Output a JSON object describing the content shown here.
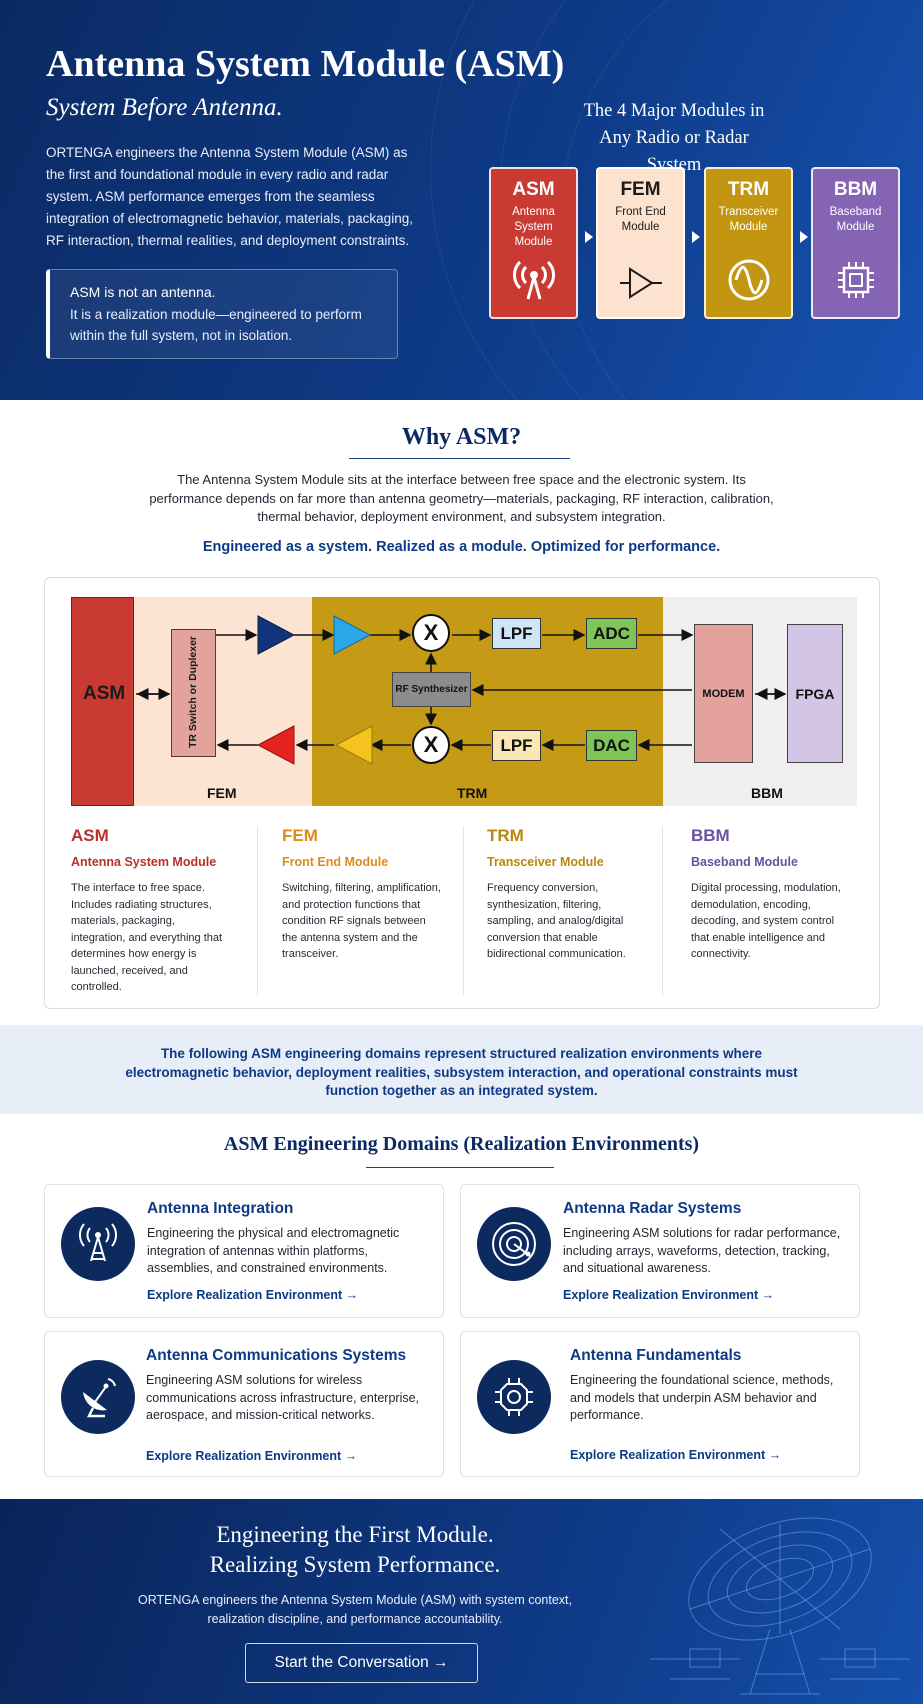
{
  "hero": {
    "title": "Antenna System Module (ASM)",
    "subtitle": "System Before Antenna.",
    "description": "ORTENGA engineers the Antenna System Module (ASM) as the first and foundational module in every radio and radar system. ASM performance emerges from the seamless integration of electromagnetic behavior, materials, packaging, RF interaction, thermal realities, and deployment constraints.",
    "callout_line1": "ASM is not an antenna.",
    "callout_line2": "It is a realization module—engineered to perform within the full system, not in isolation."
  },
  "modules": {
    "title": "The 4 Major Modules in Any Radio or Radar System",
    "items": [
      {
        "code": "ASM",
        "name": "Antenna System Module",
        "icon": "antenna-signal-icon",
        "bg": "#c93a33",
        "fg": "#ffffff"
      },
      {
        "code": "FEM",
        "name": "Front End Module",
        "icon": "amplifier-triangle-icon",
        "bg": "#fde2cf",
        "fg": "#1b1b1b"
      },
      {
        "code": "TRM",
        "name": "Transceiver Module",
        "icon": "sine-wave-icon",
        "bg": "#c39612",
        "fg": "#ffffff"
      },
      {
        "code": "BBM",
        "name": "Baseband Module",
        "icon": "chip-icon",
        "bg": "#8464b3",
        "fg": "#ffffff"
      }
    ]
  },
  "why": {
    "title": "Why ASM?",
    "description": "The Antenna System Module sits at the interface between free space and the electronic system. Its performance depends on far more than antenna geometry—materials, packaging, RF interaction, calibration, thermal behavior, deployment environment, and subsystem integration.",
    "tagline": "Engineered as a system. Realized as a module. Optimized for performance."
  },
  "diagram": {
    "asm": "ASM",
    "switch": "TR Switch or Duplexer",
    "fem": "FEM",
    "trm": "TRM",
    "bbm": "BBM",
    "mixer": "X",
    "lpf": "LPF",
    "adc": "ADC",
    "dac": "DAC",
    "synth": "RF Synthesizer",
    "modem": "MODEM",
    "fpga": "FPGA"
  },
  "columns": [
    {
      "code": "ASM",
      "name": "Antenna System Module",
      "text": "The interface to free space. Includes radiating structures, materials, packaging, integration, and everything that determines how energy is launched, received, and controlled.",
      "color": "#b8312b"
    },
    {
      "code": "FEM",
      "name": "Front End Module",
      "text": "Switching, filtering, amplification, and protection functions that condition RF signals between the antenna system and the transceiver.",
      "color": "#e08a1e"
    },
    {
      "code": "TRM",
      "name": "Transceiver Module",
      "text": "Frequency conversion, synthesization, filtering, sampling, and analog/digital conversion that enable bidirectional communication.",
      "color": "#b8870c"
    },
    {
      "code": "BBM",
      "name": "Baseband Module",
      "text": "Digital processing, modulation, demodulation, encoding, decoding, and system control that enable intelligence and connectivity.",
      "color": "#6a50a3"
    }
  ],
  "band": {
    "text": "The following ASM engineering domains represent structured realization environments where electromagnetic behavior, deployment realities, subsystem interaction, and operational constraints must function together as an integrated system."
  },
  "domains": {
    "title": "ASM Engineering Domains (Realization Environments)",
    "link_label": "Explore Realization Environment →",
    "items": [
      {
        "title": "Antenna Integration",
        "text": "Engineering the physical and electromagnetic integration of antennas within platforms, assemblies, and constrained environments.",
        "icon": "antenna-tower-icon"
      },
      {
        "title": "Antenna Radar Systems",
        "text": "Engineering ASM solutions for radar performance, including arrays, waveforms, detection, tracking, and situational awareness.",
        "icon": "radar-icon"
      },
      {
        "title": "Antenna Communications Systems",
        "text": "Engineering ASM solutions for wireless communications across infrastructure, enterprise, aerospace, and mission-critical networks.",
        "icon": "satellite-dish-icon"
      },
      {
        "title": "Antenna Fundamentals",
        "text": "Engineering the foundational science, methods, and models that underpin ASM behavior and performance.",
        "icon": "chip-icon"
      }
    ]
  },
  "footer": {
    "title_line1": "Engineering the First Module.",
    "title_line2": "Realizing System Performance.",
    "description": "ORTENGA engineers the Antenna System Module (ASM) with system context, realization discipline, and performance accountability.",
    "button": "Start the Conversation →"
  }
}
